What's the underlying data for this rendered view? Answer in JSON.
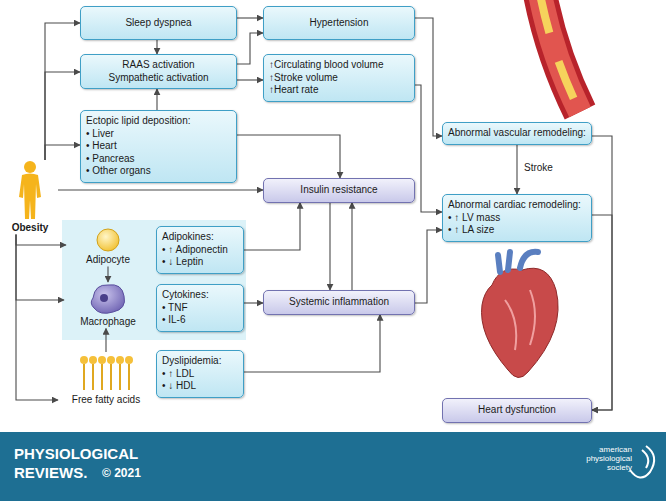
{
  "diagram": {
    "nodes": [
      {
        "text": [
          "Sleep dyspnea"
        ]
      },
      {
        "text": [
          "Hypertension"
        ]
      },
      {
        "text": [
          "RAAS activation",
          "Sympathetic activation"
        ]
      },
      {
        "text": [
          "↑Circulating blood volume",
          "↑Stroke volume",
          "↑Heart rate"
        ]
      },
      {
        "text": [
          "Ectopic lipid deposition:",
          "• Liver",
          "• Heart",
          "• Pancreas",
          "• Other organs"
        ]
      },
      {
        "text": [
          "Abnormal vascular remodeling:"
        ]
      },
      {
        "text": [
          "Obesity"
        ]
      },
      {
        "text": [
          "Insulin resistance"
        ]
      },
      {
        "text": [
          "Abnormal cardiac remodeling:",
          "• ↑ LV mass",
          "• ↑ LA size"
        ]
      },
      {
        "text": [
          "Adipocyte"
        ]
      },
      {
        "text": [
          "Adipokines:",
          "• ↑ Adiponectin",
          "• ↓ Leptin"
        ]
      },
      {
        "text": [
          "Systemic inflammation"
        ]
      },
      {
        "text": [
          "Macrophage"
        ]
      },
      {
        "text": [
          "Cytokines:",
          "• TNF",
          "• IL-6"
        ]
      },
      {
        "text": [
          "Heart dysfunction"
        ]
      },
      {
        "text": [
          "Free fatty acids"
        ]
      },
      {
        "text": [
          "Dyslipidemia:",
          "• ↑ LDL",
          "• ↓ HDL"
        ]
      }
    ],
    "edges": [
      {
        "from": 6,
        "to": 0,
        "arrow": "to"
      },
      {
        "from": 6,
        "to": 2,
        "arrow": "to"
      },
      {
        "from": 6,
        "to": 4,
        "arrow": "to"
      },
      {
        "from": 6,
        "to": 7,
        "arrow": "to"
      },
      {
        "from": 6,
        "to": 9,
        "arrow": "to"
      },
      {
        "from": 6,
        "to": 12,
        "arrow": "to"
      },
      {
        "from": 6,
        "to": 15,
        "arrow": "to"
      },
      {
        "from": 0,
        "to": 1,
        "arrow": "to"
      },
      {
        "from": 0,
        "to": 2,
        "arrow": "to"
      },
      {
        "from": 2,
        "to": 1,
        "arrow": "to"
      },
      {
        "from": 2,
        "to": 3,
        "arrow": "to"
      },
      {
        "from": 4,
        "to": 2,
        "arrow": "to"
      },
      {
        "from": 4,
        "to": 7,
        "arrow": "to"
      },
      {
        "from": 9,
        "to": 12,
        "arrow": "to"
      },
      {
        "from": 15,
        "to": 12,
        "arrow": "to"
      },
      {
        "from": 10,
        "to": 7,
        "arrow": "to"
      },
      {
        "from": 7,
        "to": 11,
        "arrow": "to"
      },
      {
        "from": 11,
        "to": 7,
        "arrow": "to"
      },
      {
        "from": 13,
        "to": 11,
        "arrow": "to"
      },
      {
        "from": 16,
        "to": 11,
        "arrow": "to"
      },
      {
        "from": 1,
        "to": 5,
        "arrow": "to"
      },
      {
        "from": 3,
        "to": 8,
        "arrow": "to"
      },
      {
        "from": 11,
        "to": 8,
        "arrow": "to"
      },
      {
        "from": 5,
        "to": 8,
        "label": "Stroke",
        "arrow": "to"
      },
      {
        "from": 5,
        "to": 14,
        "arrow": "to"
      },
      {
        "from": 8,
        "to": 14,
        "arrow": "to"
      }
    ],
    "labels": [
      "PHYSIOLOGICAL",
      "REVIEWS.",
      "© 2021",
      "american physiological society"
    ]
  }
}
